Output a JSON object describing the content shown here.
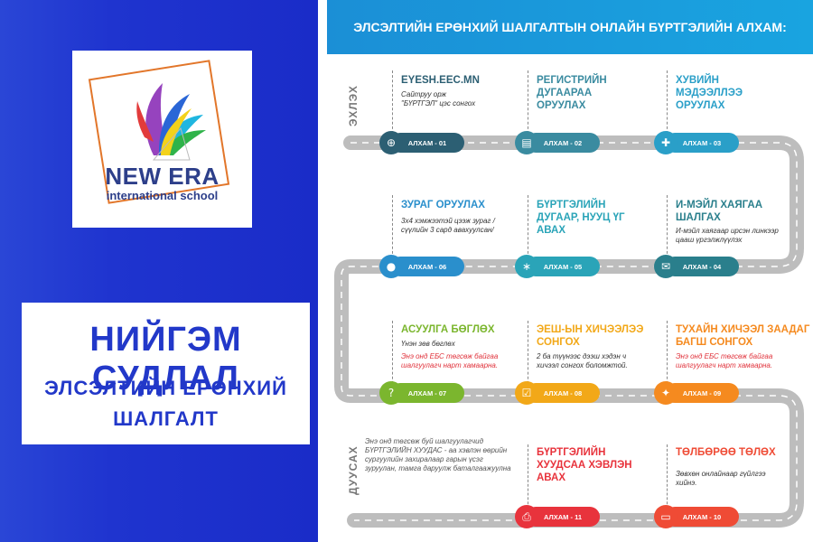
{
  "left": {
    "logo": {
      "brand": "NEW ERA",
      "sub": "international school"
    },
    "title": {
      "line1": "НИЙГЭМ СУДЛАЛ",
      "line2": "ЭЛСЭЛТИЙН ЕРӨНХИЙ",
      "line3": "ШАЛГАЛТ"
    }
  },
  "infographic": {
    "header": "ЭЛСЭЛТИЙН ЕРӨНХИЙ ШАЛГАЛТЫН ОНЛАЙН БҮРТГЭЛИЙН АЛХАМ:",
    "start_label": "ЭХЛЭХ",
    "end_label": "ДУУСАХ",
    "steps": [
      {
        "pill": "АЛХАМ - 01",
        "title": "EYESH.EEC.MN",
        "desc": "Сайтруу орж \"БҮРТГЭЛ\" цэс сонгох",
        "warn": "",
        "icon": "globe-icon",
        "color": "#2c5f73"
      },
      {
        "pill": "АЛХАМ - 02",
        "title": "РЕГИСТРИЙН ДУГААРАА ОРУУЛАХ",
        "desc": "",
        "warn": "",
        "icon": "id-card-icon",
        "color": "#3a8ba0"
      },
      {
        "pill": "АЛХАМ - 03",
        "title": "ХУВИЙН МЭДЭЭЛЛЭЭ ОРУУЛАХ",
        "desc": "",
        "warn": "",
        "icon": "user-add-icon",
        "color": "#2a9fc8"
      },
      {
        "pill": "АЛХАМ - 04",
        "title": "И-МЭЙЛ ХАЯГАА ШАЛГАХ",
        "desc": "И-мэйл хаягаар ирсэн линкээр цааш үргэлжлүүлэх",
        "warn": "",
        "icon": "mail-icon",
        "color": "#2a7f8c"
      },
      {
        "pill": "АЛХАМ - 05",
        "title": "БҮРТГЭЛИЙН ДУГААР, НУУЦ ҮГ АВАХ",
        "desc": "",
        "warn": "",
        "icon": "password-icon",
        "color": "#2aa4b8"
      },
      {
        "pill": "АЛХАМ - 06",
        "title": "ЗУРАГ ОРУУЛАХ",
        "desc": "3x4 хэмжээтэй цээж зураг /сүүлийн 3 сард авахуулсан/",
        "warn": "",
        "icon": "user-icon",
        "color": "#2a8fcc"
      },
      {
        "pill": "АЛХАМ - 07",
        "title": "АСУУЛГА БӨГЛӨХ",
        "desc": "Үнэн зөв бөглөх",
        "warn": "Энэ онд ЕБС төгсөж байгаа шалгуулагч нарт хамаарна.",
        "icon": "question-icon",
        "color": "#7bb62e"
      },
      {
        "pill": "АЛХАМ - 08",
        "title": "ЭЕШ-ЫН ХИЧЭЭЛЭЭ СОНГОХ",
        "desc": "2 ба түүнээс дээш хэдэн ч хичээл сонгох боломжтой.",
        "warn": "",
        "icon": "checklist-icon",
        "color": "#f2a818"
      },
      {
        "pill": "АЛХАМ - 09",
        "title": "ТУХАЙН ХИЧЭЭЛ ЗААДАГ БАГШ СОНГОХ",
        "desc": "",
        "warn": "Энэ онд ЕБС төгсөж байгаа шалгуулагч нарт хамаарна.",
        "icon": "teacher-icon",
        "color": "#f58a1f"
      },
      {
        "pill": "АЛХАМ - 10",
        "title": "ТӨЛБӨРӨӨ ТӨЛӨХ",
        "desc": "Зөвхөн онлайнаар гүйлгээ хийнэ.",
        "warn": "",
        "icon": "card-icon",
        "color": "#ef4b35"
      },
      {
        "pill": "АЛХАМ - 11",
        "title": "БҮРТГЭЛИЙН ХУУДСАА ХЭВЛЭН АВАХ",
        "desc": "",
        "warn": "",
        "icon": "print-icon",
        "color": "#e8333c"
      }
    ],
    "end_note": "Энэ онд төгсөж буй шалгуулагчид БҮРТГЭЛИЙН ХУУДАС - аа хэвлэн өөрийн сургуулийн захиралаар гарын үсэг зуруулан, тамга даруулж баталгаажуулна"
  },
  "colors": {
    "left_bg": "#1f34cf",
    "header_bg": "#1b8fd6",
    "title_text": "#2238c9"
  }
}
